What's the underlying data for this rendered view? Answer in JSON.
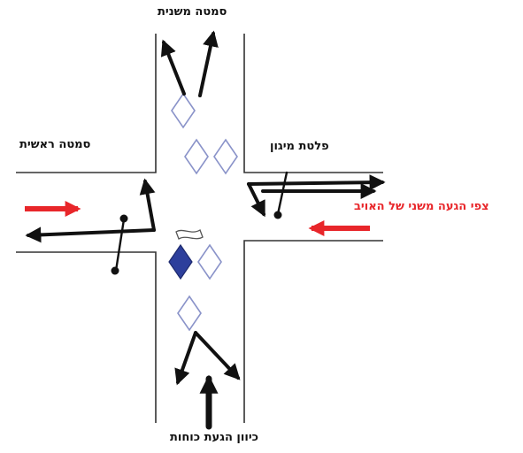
{
  "labels": {
    "secondary_lane": "סמטה משנית",
    "main_lane": "סמטה ראשית",
    "cover_plate": "פלטת מיגון",
    "enemy_expected_arrival": "צפי הגעה משני של האויב",
    "forces_arrival_direction": "כיוון הגעת כוחות"
  },
  "colors": {
    "road_line": "#333333",
    "arrow": "#111111",
    "enemy_arrow": "#e8262a",
    "enemy_text": "#e8262a",
    "diamond_outline": "#8a93c9",
    "diamond_filled": "#2d3f9c",
    "text": "#111111"
  }
}
